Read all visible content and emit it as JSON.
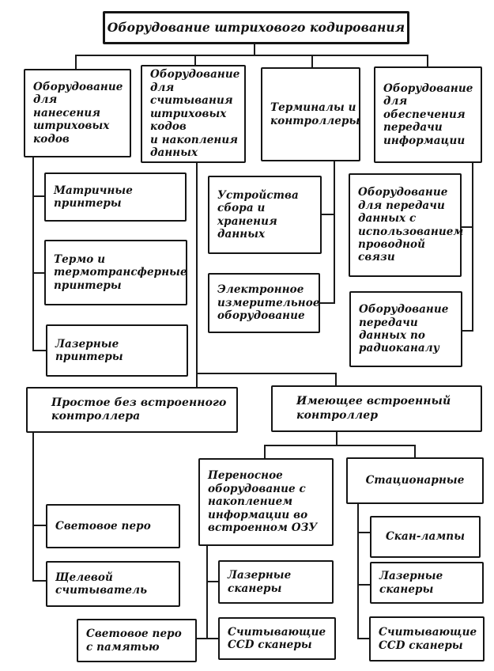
{
  "diagram": {
    "type": "hierarchy-flowchart",
    "language": "ru",
    "colors": {
      "background": "#ffffff",
      "line": "#1a1a1a",
      "text": "#111111",
      "box_fill": "#ffffff"
    },
    "nodes": {
      "root": {
        "label": "Оборудование штрихового кодирования"
      },
      "printing": {
        "label": "Оборудование\nдля нанесения\nштриховых\nкодов"
      },
      "reading": {
        "label": "Оборудование\nдля считывания\nштриховых\nкодов\nи накопления\nданных"
      },
      "terminals": {
        "label": "Терминалы и\nконтроллеры"
      },
      "transmission": {
        "label": "Оборудование\nдля обеспечения\nпередачи\nинформации"
      },
      "matrix_printers": {
        "label": "Матричные\nпринтеры"
      },
      "thermal_printers": {
        "label": "Термо и\nтермотрансферные\nпринтеры"
      },
      "laser_printers": {
        "label": "Лазерные\nпринтеры"
      },
      "data_collection": {
        "label": "Устройства\nсбора и хранения\nданных"
      },
      "electronic_measuring": {
        "label": "Электронное\nизмерительное\nоборудование"
      },
      "wired_transmission": {
        "label": "Оборудование\nдля передачи\nданных с\nиспользованием\nпроводной\nсвязи"
      },
      "radio_transmission": {
        "label": "Оборудование\nпередачи\nданных по\nрадиоканалу"
      },
      "simple_no_controller": {
        "label": "Простое без встроенного\nконтроллера"
      },
      "built_in_controller": {
        "label": "Имеющее встроенный\nконтроллер"
      },
      "light_pen": {
        "label": "Световое перо"
      },
      "slot_reader": {
        "label": "Щелевой\nсчитыватель"
      },
      "portable_ram": {
        "label": "Переносное\nоборудование с\nнакоплением\nинформации во\nвстроенном ОЗУ"
      },
      "stationary": {
        "label": "Стационарные"
      },
      "laser_scanners_portable": {
        "label": "Лазерные\nсканеры"
      },
      "ccd_scanners_portable": {
        "label": "Считывающие\nCCD сканеры"
      },
      "light_pen_memory": {
        "label": "Световое перо\nс памятью"
      },
      "scan_lamps": {
        "label": "Скан-лампы"
      },
      "laser_scanners_stationary": {
        "label": "Лазерные\nсканеры"
      },
      "ccd_scanners_stationary": {
        "label": "Считывающие\nCCD сканеры"
      }
    },
    "edges": [
      [
        "root",
        "printing"
      ],
      [
        "root",
        "reading"
      ],
      [
        "root",
        "terminals"
      ],
      [
        "root",
        "transmission"
      ],
      [
        "printing",
        "matrix_printers"
      ],
      [
        "printing",
        "thermal_printers"
      ],
      [
        "printing",
        "laser_printers"
      ],
      [
        "terminals",
        "data_collection"
      ],
      [
        "terminals",
        "electronic_measuring"
      ],
      [
        "transmission",
        "wired_transmission"
      ],
      [
        "transmission",
        "radio_transmission"
      ],
      [
        "reading",
        "simple_no_controller"
      ],
      [
        "reading",
        "built_in_controller"
      ],
      [
        "simple_no_controller",
        "light_pen"
      ],
      [
        "simple_no_controller",
        "slot_reader"
      ],
      [
        "built_in_controller",
        "portable_ram"
      ],
      [
        "built_in_controller",
        "stationary"
      ],
      [
        "portable_ram",
        "laser_scanners_portable"
      ],
      [
        "portable_ram",
        "ccd_scanners_portable"
      ],
      [
        "portable_ram",
        "light_pen_memory"
      ],
      [
        "stationary",
        "scan_lamps"
      ],
      [
        "stationary",
        "laser_scanners_stationary"
      ],
      [
        "stationary",
        "ccd_scanners_stationary"
      ]
    ]
  }
}
